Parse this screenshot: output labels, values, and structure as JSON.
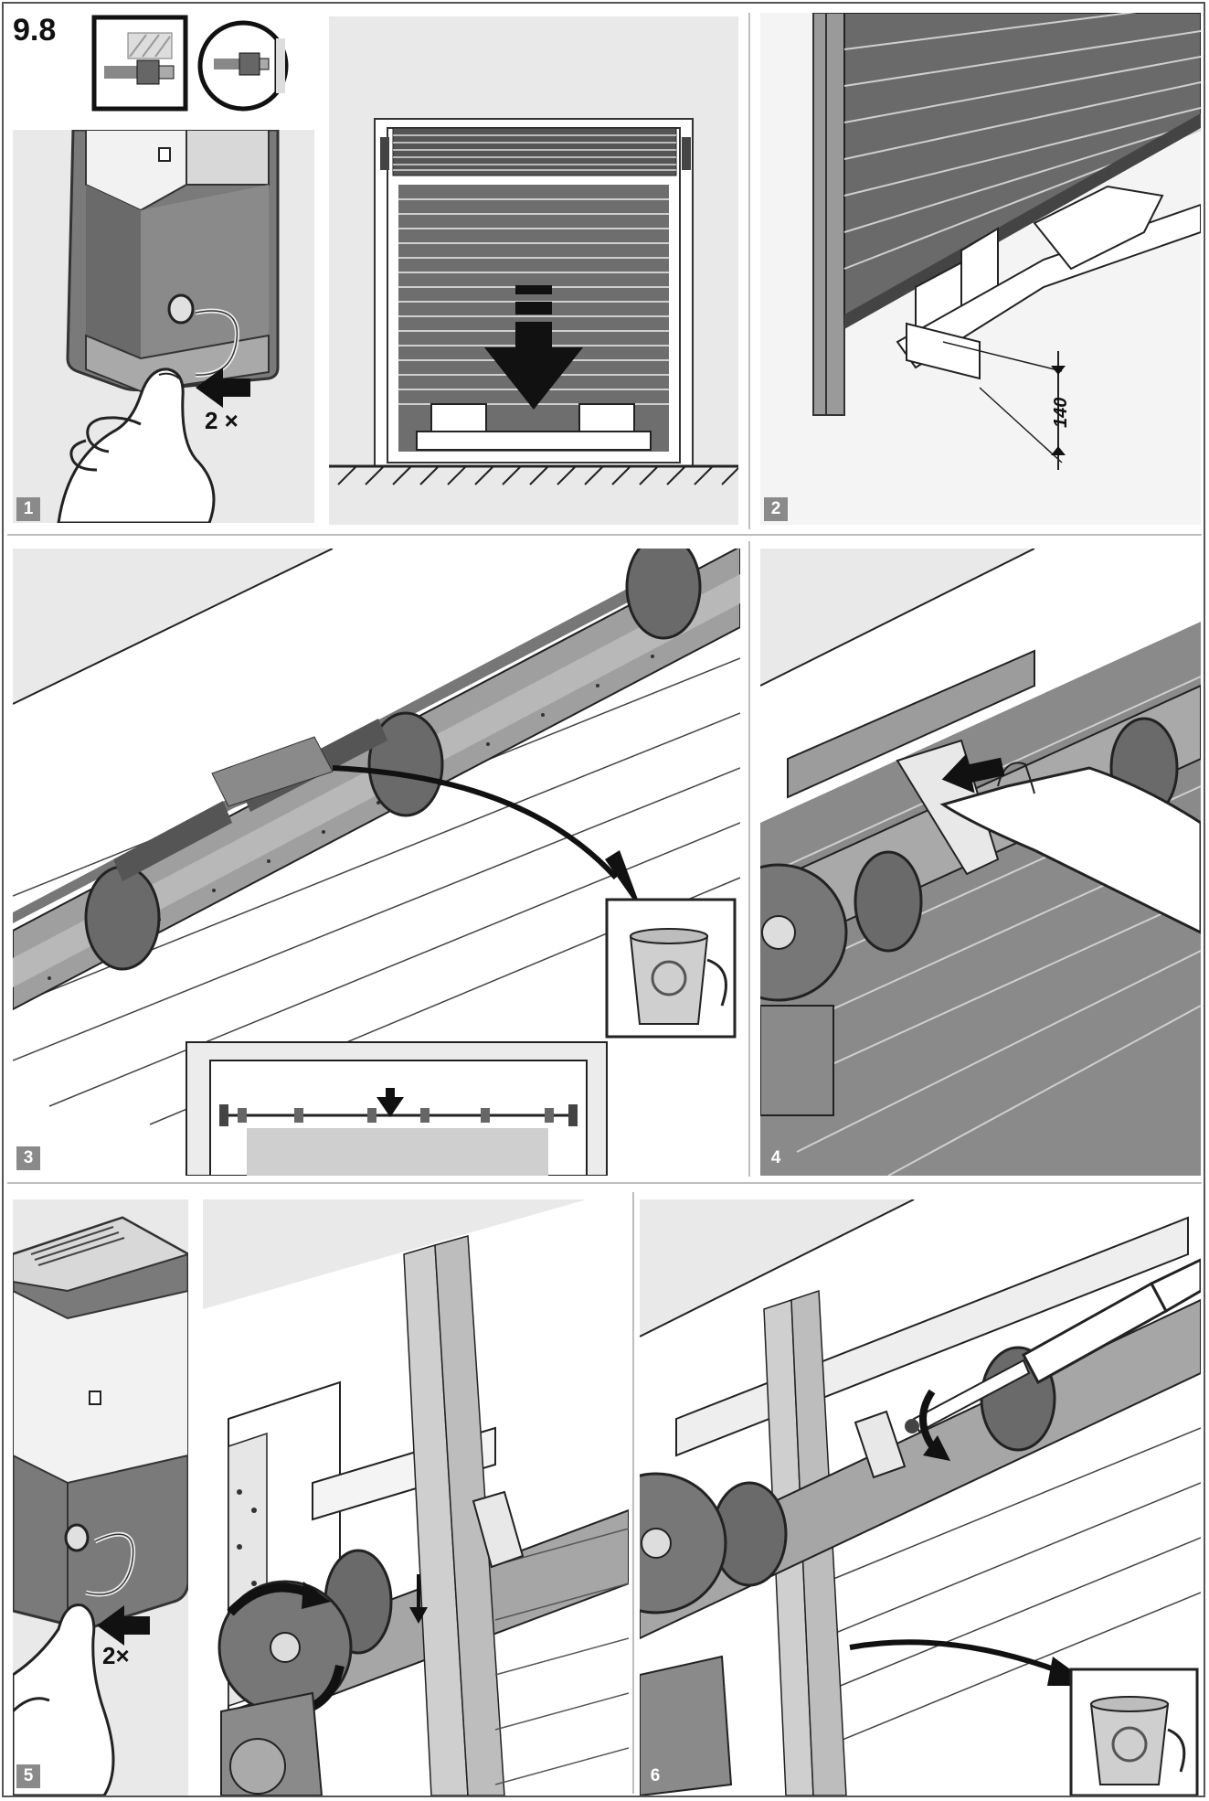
{
  "section": {
    "number": "9.8"
  },
  "steps": [
    {
      "number": "1",
      "press_count": "2 ×"
    },
    {
      "number": "2",
      "dimension": "140"
    },
    {
      "number": "3"
    },
    {
      "number": "4"
    },
    {
      "number": "5",
      "press_count": "2×"
    },
    {
      "number": "6"
    }
  ],
  "colors": {
    "panel_bg": "#e9e9e9",
    "dark_gray": "#6f6f6f",
    "mid_gray": "#9a9a9a",
    "light_gray": "#d3d3d3",
    "ink": "#111111",
    "divider": "#bdbdbd"
  },
  "icons": [
    "finger-press-icon",
    "arrow-icon",
    "recycle-bin-icon",
    "screwdriver-icon",
    "rotate-arrow-icon"
  ]
}
